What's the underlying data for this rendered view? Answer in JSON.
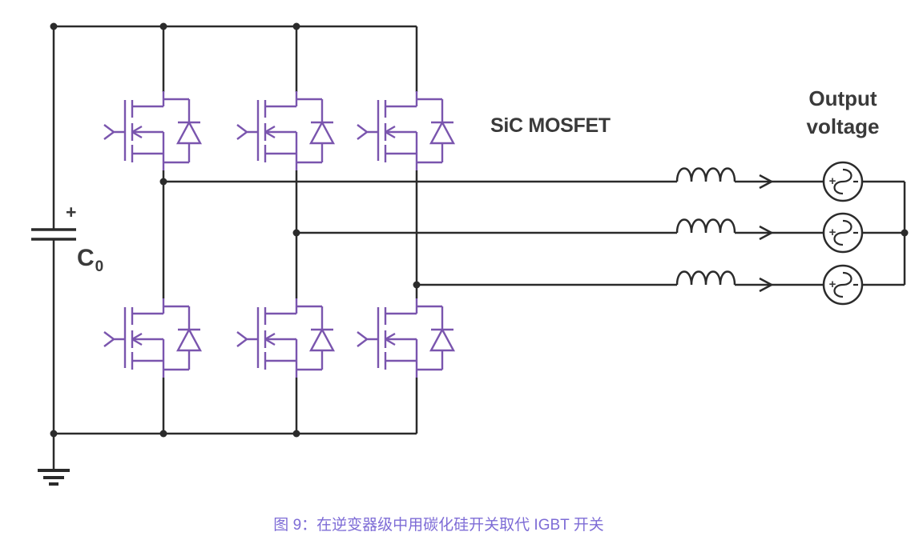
{
  "figure": {
    "colors": {
      "wire": "#2b2b2b",
      "mosfet": "#7a55ae",
      "caption": "#7e6cd6",
      "label": "#3a3a3a"
    },
    "labels": {
      "sic_mosfet": "SiC MOSFET",
      "output_voltage": [
        "Output",
        "voltage"
      ],
      "capacitor_letter": "C",
      "capacitor_subscript": "0",
      "capacitor_polarity": "+",
      "ac_source_plus": "+"
    },
    "caption": "图 9：在逆变器级中用碳化硅开关取代 IGBT 开关",
    "components": {
      "dc_link_capacitor": "C0",
      "switches": "6x SiC MOSFET with antiparallel body diode (three half-bridges)",
      "outputs": "3 phase lines, each with series inductor, current arrow and AC voltage source",
      "ground": "earth ground at negative DC bus"
    }
  }
}
